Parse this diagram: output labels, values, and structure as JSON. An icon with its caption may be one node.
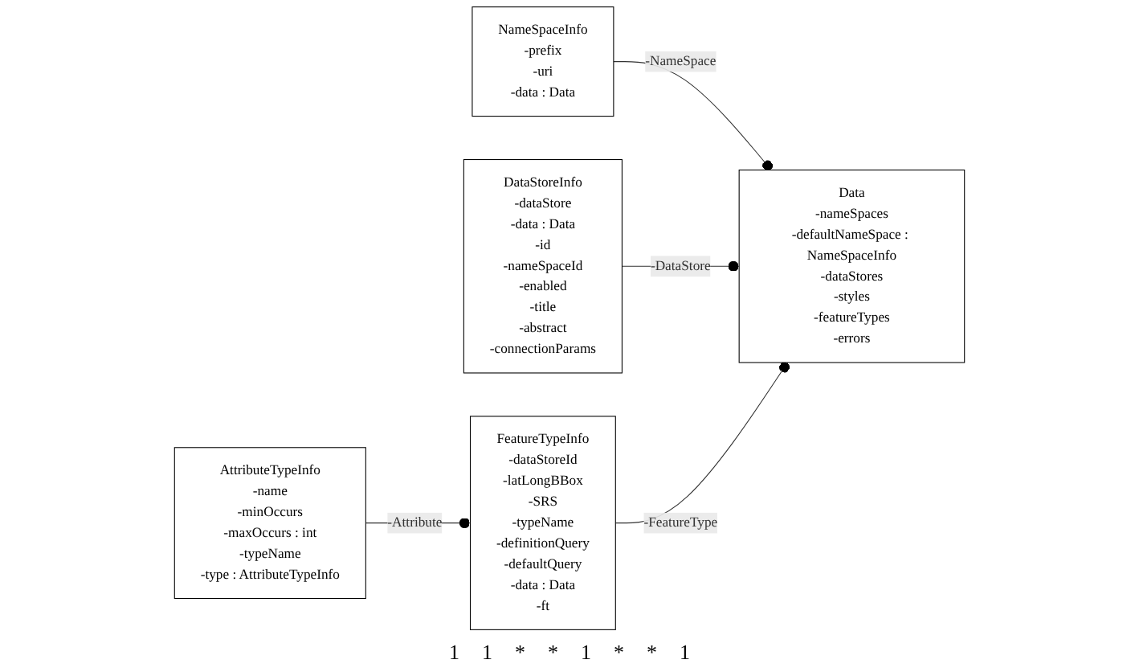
{
  "diagram": {
    "nodes": [
      {
        "text": [
          "NameSpaceInfo",
          "-prefix",
          "-uri",
          "-data : Data"
        ]
      },
      {
        "text": [
          "Data",
          "-nameSpaces",
          "-defaultNameSpace : NameSpaceInfo",
          "-dataStores",
          "-styles",
          "-featureTypes",
          "-errors"
        ]
      },
      {
        "text": [
          "AttributeTypeInfo",
          "-name",
          "-minOccurs",
          "-maxOccurs : int",
          "-typeName",
          "-type : AttributeTypeInfo"
        ]
      },
      {
        "text": [
          "DataStoreInfo",
          "-dataStore",
          "-data : Data",
          "-id",
          "-nameSpaceId",
          "-enabled",
          "-title",
          "-abstract",
          "-connectionParams"
        ]
      },
      {
        "text": [
          "FeatureTypeInfo",
          "-dataStoreId",
          "-latLongBBox",
          "-SRS",
          "-typeName",
          "-definitionQuery",
          "-defaultQuery",
          "-data : Data",
          "-ft"
        ]
      }
    ],
    "edges": [
      {
        "from": 0,
        "to": 1,
        "arrow": "other",
        "label": "-NameSpace"
      },
      {
        "from": 3,
        "to": 1,
        "arrow": "other",
        "label": "-DataStore"
      },
      {
        "from": 4,
        "to": 1,
        "arrow": "other",
        "label": "-FeatureType"
      },
      {
        "from": 2,
        "to": 4,
        "arrow": "other",
        "label": "-Attribute"
      }
    ],
    "labels": [
      "1",
      "1",
      "*",
      "*",
      "1",
      "*",
      "*",
      "1"
    ]
  }
}
